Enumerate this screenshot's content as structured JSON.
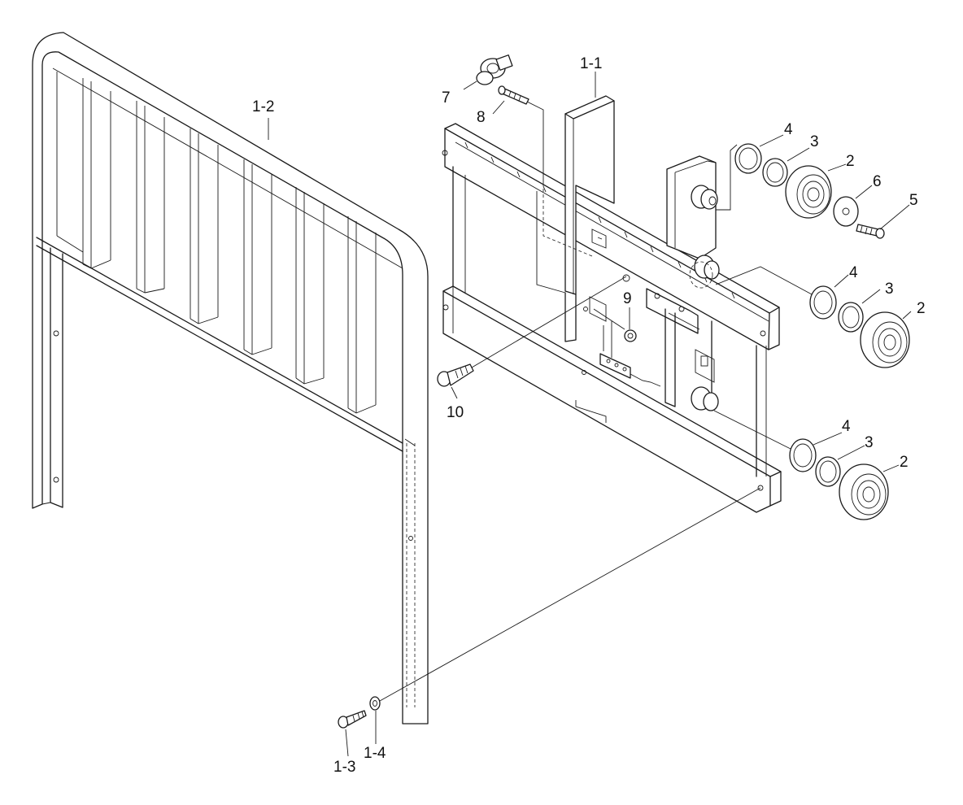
{
  "diagram": {
    "part_labels": {
      "p1_1": "1-1",
      "p1_2": "1-2",
      "p1_3": "1-3",
      "p1_4": "1-4",
      "p2_a": "2",
      "p2_b": "2",
      "p2_c": "2",
      "p3_a": "3",
      "p3_b": "3",
      "p3_c": "3",
      "p4_a": "4",
      "p4_b": "4",
      "p4_c": "4",
      "p5": "5",
      "p6": "6",
      "p7": "7",
      "p8": "8",
      "p9": "9",
      "p10": "10"
    },
    "line_color": "#1a1a1a",
    "background_color": "#ffffff"
  }
}
